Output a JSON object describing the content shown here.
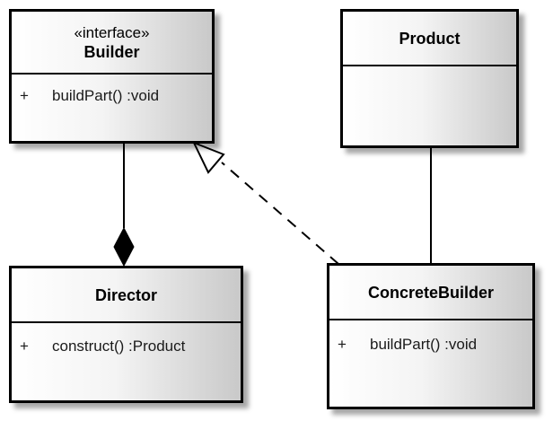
{
  "classes": {
    "builder": {
      "stereotype": "«interface»",
      "name": "Builder",
      "operations": [
        {
          "visibility": "+",
          "signature": "buildPart()  :void"
        }
      ]
    },
    "product": {
      "name": "Product"
    },
    "director": {
      "name": "Director",
      "operations": [
        {
          "visibility": "+",
          "signature": "construct()  :Product"
        }
      ]
    },
    "concrete_builder": {
      "name": "ConcreteBuilder",
      "operations": [
        {
          "visibility": "+",
          "signature": "buildPart()  :void"
        }
      ]
    }
  },
  "relationships": [
    {
      "type": "composition",
      "whole": "Director",
      "part": "Builder"
    },
    {
      "type": "realization",
      "from": "ConcreteBuilder",
      "to": "Builder"
    },
    {
      "type": "association",
      "from": "Product",
      "to": "ConcreteBuilder"
    }
  ],
  "colors": {
    "line": "#000000",
    "text": "#000000",
    "member_text": "#1a1a1a"
  }
}
